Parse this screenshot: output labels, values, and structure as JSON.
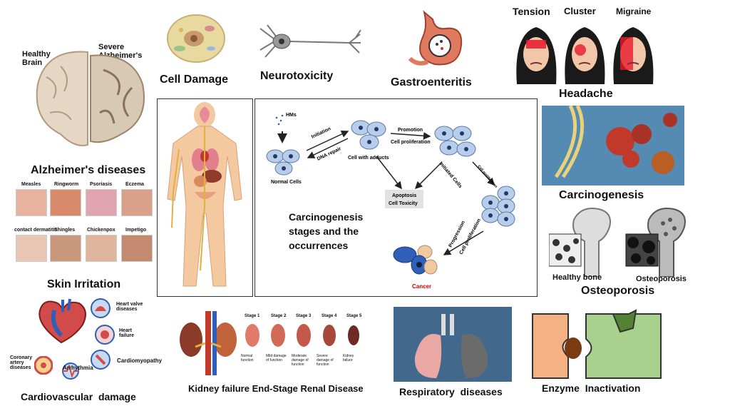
{
  "top": {
    "cell_damage": "Cell Damage",
    "neurotoxicity": "Neurotoxicity",
    "gastroenteritis": "Gastroenteritis",
    "headache": {
      "title": "Headache",
      "types": [
        "Tension",
        "Cluster",
        "Migraine"
      ]
    }
  },
  "left": {
    "brain": {
      "healthy": "Healthy Brain",
      "severe": "Severe Alzheimer's",
      "title": "Alzheimer's diseases"
    },
    "skin": {
      "title": "Skin Irritation",
      "items": [
        "Measles",
        "Ringworm",
        "Psoriasis",
        "Eczema",
        "contact dermatitis",
        "Shingles",
        "Chickenpox",
        "Impetigo"
      ]
    },
    "cardio": {
      "title": "Cardiovascular  damage",
      "items": [
        "Heart valve diseases",
        "Heart failure",
        "Cardiomyopathy",
        "Coronary artery diseases",
        "Arrhythmia"
      ]
    }
  },
  "center": {
    "caption": "Carcinogenesis stages and the occurrences",
    "hms": "HMs",
    "normal_cells": "Normal Cells",
    "initiation": "Initiation",
    "dna_repair": "DNA repair",
    "cell_with_adducts": "Cell with adducts",
    "promotion": "Promotion",
    "cell_proliferation": "Cell proliferation",
    "initiated_cells": "Initiated Cells",
    "apoptosis": "Apoptosis",
    "cell_toxicity": "Cell Toxicity",
    "progression": "Progression",
    "cancer": "Cancer"
  },
  "right": {
    "carcinogenesis": "Carcinogenesis",
    "healthy_bone": "Healthy bone",
    "osteoporosis_label": "Osteoporosis",
    "osteoporosis_title": "Osteoporosis",
    "enzyme": "Enzyme  Inactivation"
  },
  "bottom": {
    "kidney_title": "Kidney failure End-Stage Renal Disease",
    "stages": [
      "Stage 1",
      "Stage 2",
      "Stage 3",
      "Stage 4",
      "Stage 5"
    ],
    "stage_desc": [
      "Normal function",
      "Mild damage of function",
      "Moderate damage of function",
      "Severe damage of function",
      "Kidney failure"
    ],
    "respiratory": "Respiratory  diseases"
  },
  "colors": {
    "cell": "#b7cdea",
    "nucleus": "#1f3a6b",
    "cancer": "#cc0000",
    "organ_red": "#c0392b"
  }
}
